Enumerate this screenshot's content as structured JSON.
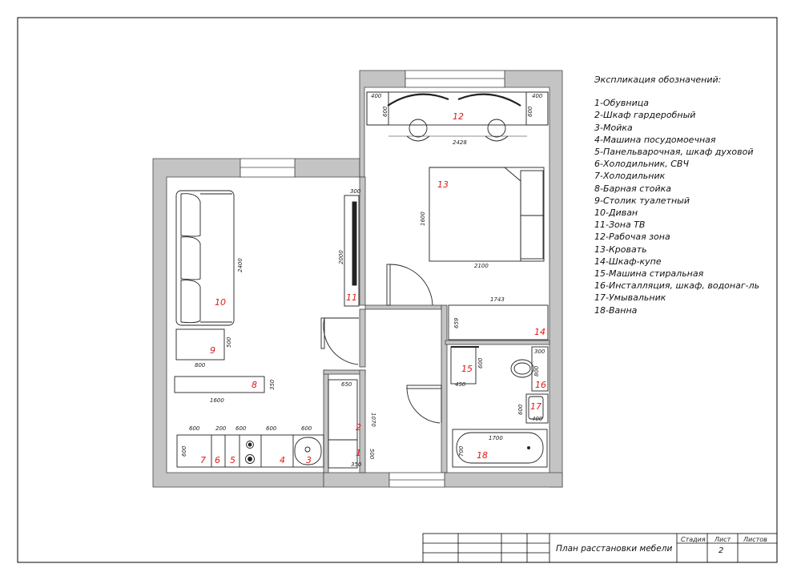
{
  "legend": {
    "title": "Экспликация обозначений:",
    "items": [
      "1-Обувница",
      "2-Шкаф гардеробный",
      "3-Мойка",
      "4-Машина посудомоечная",
      "5-Панельварочная, шкаф духовой",
      "6-Холодильник, СВЧ",
      "7-Холодильник",
      "8-Барная стойка",
      "9-Столик туалетный",
      "10-Диван",
      "11-Зона ТВ",
      "12-Рабочая зона",
      "13-Кровать",
      "14-Шкаф-купе",
      "15-Машина стиральная",
      "16-Инсталляция, шкаф, водонаг-ль",
      "17-Умывальник",
      "18-Ванна"
    ]
  },
  "plan": {
    "labels": {
      "n1": "1",
      "n2": "2",
      "n3": "3",
      "n4": "4",
      "n5": "5",
      "n6": "6",
      "n7": "7",
      "n8": "8",
      "n9": "9",
      "n10": "10",
      "n11": "11",
      "n12": "12",
      "n13": "13",
      "n14": "14",
      "n15": "15",
      "n16": "16",
      "n17": "17",
      "n18": "18"
    },
    "dims": {
      "d_desk_l": "400",
      "d_desk_r": "400",
      "d_desk_ld": "600",
      "d_desk_rd": "600",
      "d_desk_w": "2428",
      "d_bed_h": "1600",
      "d_bed_w": "2100",
      "d_wardrobe_w": "1743",
      "d_wardrobe_d": "659",
      "d_tv_top": "300",
      "d_tv_h": "2000",
      "d_sofa": "2400",
      "d_table9_w": "800",
      "d_table9_d": "500",
      "d_bar_w": "1600",
      "d_bar_d": "350",
      "d_k1": "600",
      "d_k2": "200",
      "d_k3": "600",
      "d_k4": "600",
      "d_k5": "600",
      "d_k_depth": "600",
      "d_hall_650": "650",
      "d_hall_1070": "1070",
      "d_hall_500": "500",
      "d_hall_350": "350",
      "d_wm_600": "600",
      "d_wm_450": "450",
      "d_wc_300": "300",
      "d_wc_800": "800",
      "d_sink_600": "600",
      "d_sink_400": "400",
      "d_bath_w": "1700",
      "d_bath_h": "700"
    }
  },
  "title_block": {
    "drawing_title": "План расстановки мебели",
    "col_stage": "Стадия",
    "col_sheet": "Лист",
    "col_sheets": "Листов",
    "sheet_no": "2"
  }
}
